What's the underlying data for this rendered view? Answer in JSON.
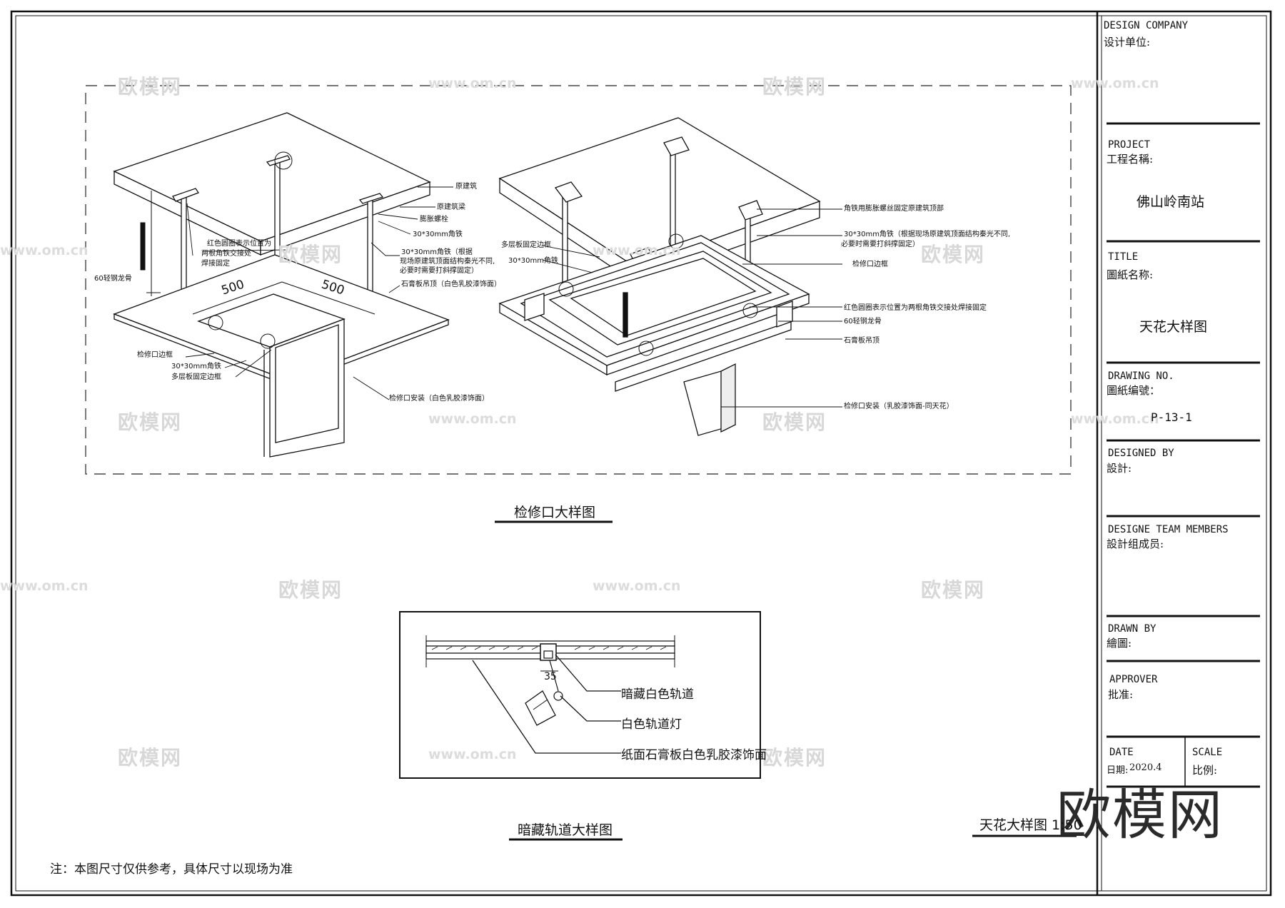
{
  "title_block": {
    "design_company_en": "DESIGN  COMPANY",
    "design_company_cn": "设计单位:",
    "project_en": "PROJECT",
    "project_cn": "工程名稱:",
    "project_value": "佛山岭南站",
    "title_en": "TITLE",
    "title_cn": "圖紙名称:",
    "title_value": "天花大样图",
    "drawing_no_en": "DRAWING NO.",
    "drawing_no_cn": "圖紙编號：",
    "drawing_no_value": "P-13-1",
    "designed_by_en": "DESIGNED BY",
    "designed_by_cn": "設計:",
    "team_en": "DESIGNE TEAM MEMBERS",
    "team_cn": "設計组成员:",
    "drawn_by_en": "DRAWN BY",
    "drawn_by_cn": "繪圖:",
    "approver_en": "APPROVER",
    "approver_cn": "批准:",
    "date_en": "DATE",
    "date_cn": "日期:",
    "date_value": "2020.4",
    "scale_en": "SCALE",
    "scale_cn": "比例:"
  },
  "left_iso_labels": {
    "building": "原建筑",
    "beam": "原建筑梁",
    "bolt": "膨胀螺栓",
    "angle": "30*30mm角铁",
    "circle_note_1": "红色圆圈表示位置为",
    "circle_note_2": "两根角铁交接处",
    "circle_note_3": "焊接固定",
    "angle_note_1": "30*30mm角铁（根据",
    "angle_note_2": "现场原建筑顶面结构秦光不同,",
    "angle_note_3": "必要时需要打斜撑固定）",
    "keel": "60轻钢龙骨",
    "gypsum": "石膏板吊顶（白色乳胶漆饰面）",
    "dim_1": "500",
    "dim_2": "500",
    "frame": "检修口边框",
    "angle2": "30*30mm角铁",
    "multi_frame": "多层板固定边框",
    "install": "检修口安装（白色乳胶漆饰面）"
  },
  "right_iso_labels": {
    "angle_bolt": "角铁用膨胀螺丝固定原建筑顶部",
    "multi_frame": "多层板固定边框",
    "angle": "30*30mm角铁",
    "angle_note_1": "30*30mm角铁（根据现场原建筑顶面结构秦光不同,",
    "angle_note_2": "必要时需要打斜撑固定）",
    "frame": "检修口边框",
    "circle_note": "红色圆圈表示位置为两根角铁交接处焊接固定",
    "keel": "60轻钢龙骨",
    "gypsum": "石膏板吊顶",
    "install": "检修口安装（乳胶漆饰面-同天花）"
  },
  "caption_access": "检修口大样图",
  "track_labels": {
    "track": "暗藏白色轨道",
    "light": "白色轨道灯",
    "board": "纸面石膏板白色乳胶漆饰面",
    "dim": "35"
  },
  "caption_track": "暗藏轨道大样图",
  "sheet_caption": "天花大样图 1:50",
  "note": "注：本图尺寸仅供参考，具体尺寸以现场为准",
  "watermark_text": "欧模网",
  "watermark_url": "www.om.cn",
  "logo_text": "欧模网"
}
